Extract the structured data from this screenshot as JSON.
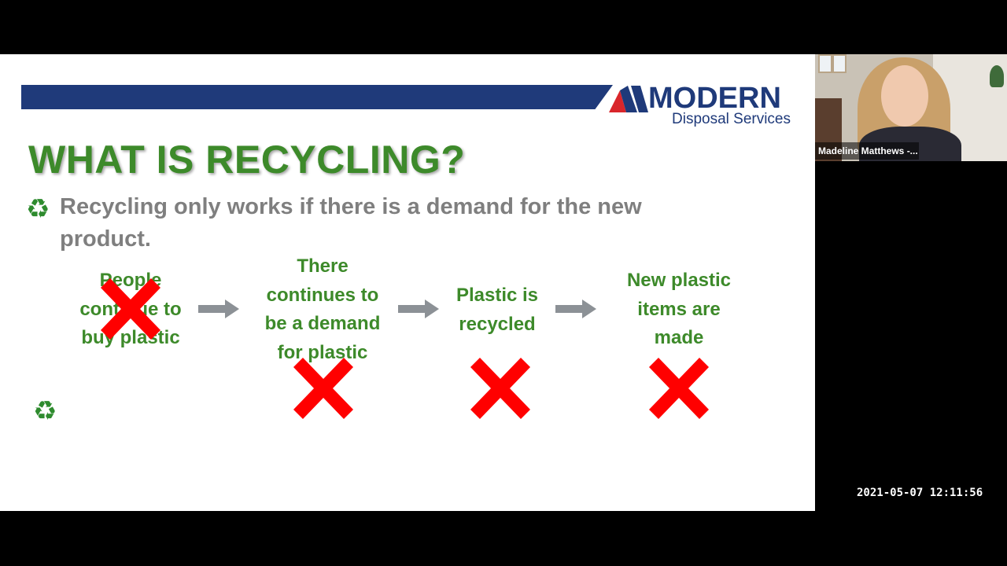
{
  "slide": {
    "logo": {
      "word": "MODERN",
      "subtitle": "Disposal Services",
      "colors": {
        "navy": "#1f3a7a",
        "red": "#d9262b"
      }
    },
    "title": "WHAT IS RECYCLING?",
    "bullets": [
      {
        "icon": "recycle-icon",
        "text": "Recycling only works if there is a demand for the new product."
      },
      {
        "icon": "recycle-icon",
        "text": ""
      }
    ],
    "flow_steps": [
      "People\ncontinue to\nbuy plastic",
      "There\ncontinues to\nbe a demand\nfor plastic",
      "Plastic is\nrecycled",
      "New plastic\nitems are\nmade"
    ],
    "colors": {
      "title_green": "#3d8a2a",
      "bullet_gray": "#7f7f7f",
      "x_red": "#ff0000",
      "arrow_gray": "#8c9196"
    }
  },
  "video": {
    "participant_name": "Madeline Matthews -..."
  },
  "timestamp": "2021-05-07 12:11:56"
}
